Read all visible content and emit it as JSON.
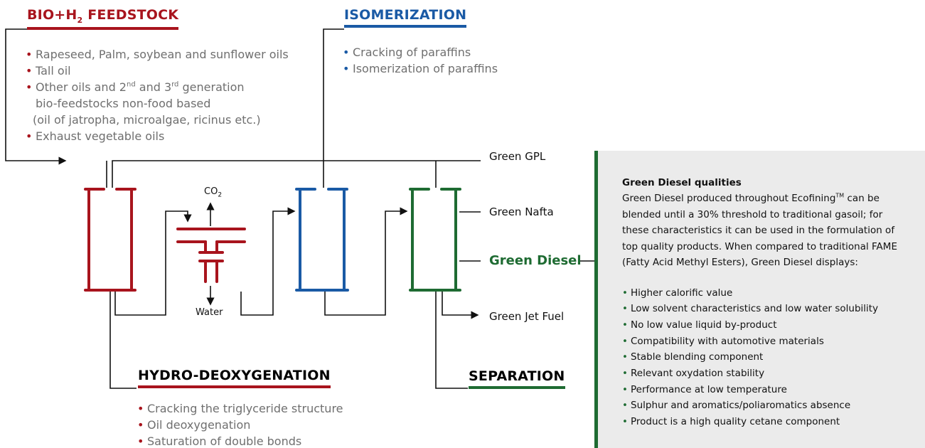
{
  "feedstock": {
    "title_main": "BIO+H",
    "title_sub": "2",
    "title_rest": " FEEDSTOCK",
    "items": [
      "Rapeseed, Palm, soybean and sunflower oils",
      "Tall oil",
      "Other oils and 2",
      "bio-feedstocks non-food based",
      "(oil of jatropha, microalgae, ricinus etc.)",
      "Exhaust vegetable oils"
    ],
    "sup_nd": "nd",
    "and_3": " and 3",
    "sup_rd": "rd",
    "generation": " generation"
  },
  "isomerization": {
    "title": "ISOMERIZATION",
    "items": [
      "Cracking of paraffins",
      "Isomerization of paraffins"
    ]
  },
  "hdo": {
    "title": "HYDRO-DEOXYGENATION",
    "items": [
      "Cracking the triglyceride structure",
      "Oil deoxygenation",
      "Saturation of double bonds"
    ]
  },
  "separation": {
    "title": "SEPARATION"
  },
  "flow": {
    "co2": "CO",
    "co2_sub": "2",
    "water": "Water"
  },
  "outputs": {
    "gpl": "Green GPL",
    "nafta": "Green Nafta",
    "diesel": "Green Diesel",
    "jet": "Green Jet Fuel"
  },
  "panel": {
    "heading": "Green Diesel qualities",
    "para_a": "Green Diesel produced throughout Ecofining",
    "tm": "TM",
    "para_b": " can be blended until a 30% threshold to traditional gasoil; for these characteristics it can be used in the formulation of top quality products. When compared to traditional FAME (Fatty Acid Methyl Esters), Green Diesel displays:",
    "items": [
      "Higher calorific value",
      "Low solvent characteristics and low water solubility",
      "No low value liquid by-product",
      "Compatibility with automotive materials",
      "Stable blending component",
      "Relevant oxydation stability",
      "Performance at low temperature",
      "Sulphur and aromatics/poliaromatics absence",
      "Product is a high quality cetane component"
    ]
  },
  "colors": {
    "red": "#a8141d",
    "blue": "#1a5aa5",
    "green": "#1e6b32",
    "grey": "#6f6f6f"
  }
}
